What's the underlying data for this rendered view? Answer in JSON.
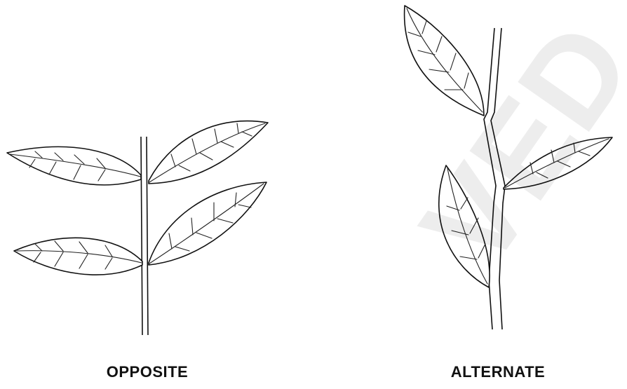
{
  "captions": {
    "opposite": "OPPOSITE",
    "alternate": "ALTERNATE"
  },
  "watermark": {
    "text": "VED"
  },
  "colors": {
    "line": "#111111",
    "background": "#ffffff"
  }
}
